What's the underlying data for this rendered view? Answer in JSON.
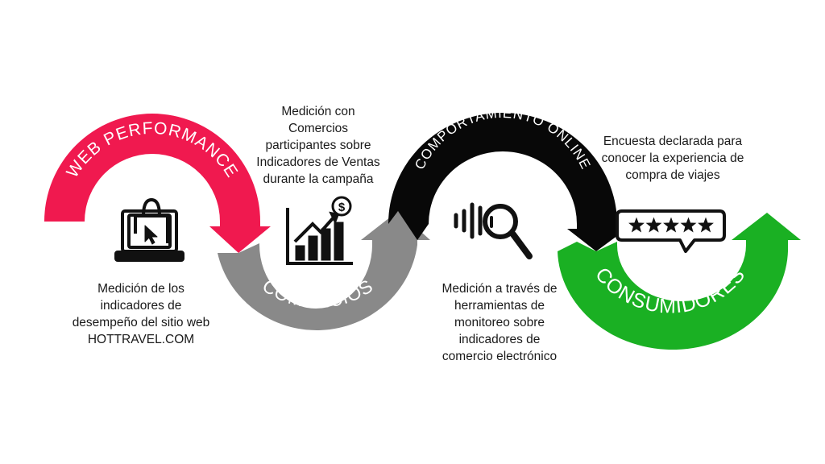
{
  "stages": [
    {
      "title": "WEB PERFORMANCE",
      "color": "#f0194f",
      "icon": "shopping-laptop-icon",
      "description": "Medición de los\nindicadores de\ndesempeño del sitio web\nHOTTRAVEL.COM"
    },
    {
      "title": "COMERCIOS",
      "color": "#898989",
      "icon": "growth-chart-icon",
      "description": "Medición con\nComercios\nparticipantes sobre\nIndicadores de Ventas\ndurante la campaña"
    },
    {
      "title": "COMPORTAMIENTO ONLINE",
      "color": "#080808",
      "icon": "search-analytics-icon",
      "description": "Medición a través de\nherramientas de\nmonitoreo sobre\nindicadores de\ncomercio electrónico"
    },
    {
      "title": "CONSUMIDORES",
      "color": "#1ab023",
      "icon": "star-rating-icon",
      "description": "Encuesta declarada para\nconocer la experiencia de\ncompra de viajes"
    }
  ],
  "rating": {
    "stars": 5,
    "max": 5
  }
}
